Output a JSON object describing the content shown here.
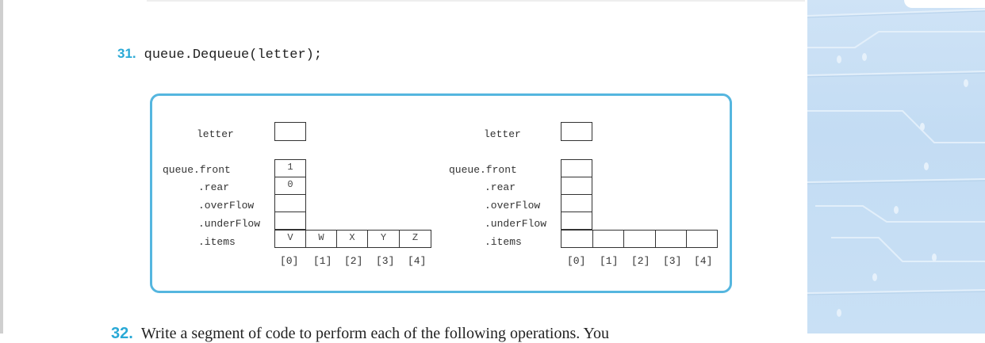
{
  "exercise": {
    "number": "31.",
    "code": "queue.Dequeue(letter);"
  },
  "figure": {
    "before": {
      "labels": {
        "letter": "letter",
        "front": "queue.front",
        "rear": ".rear",
        "overflow": ".overFlow",
        "underflow": ".underFlow",
        "items": ".items"
      },
      "values": {
        "letter": "",
        "front": "1",
        "rear": "0",
        "overflow": "",
        "underflow": ""
      },
      "items": [
        "V",
        "W",
        "X",
        "Y",
        "Z"
      ],
      "indices": [
        "[0]",
        "[1]",
        "[2]",
        "[3]",
        "[4]"
      ]
    },
    "after": {
      "labels": {
        "letter": "letter",
        "front": "queue.front",
        "rear": ".rear",
        "overflow": ".overFlow",
        "underflow": ".underFlow",
        "items": ".items"
      },
      "values": {
        "letter": "",
        "front": "",
        "rear": "",
        "overflow": "",
        "underflow": ""
      },
      "items": [
        "",
        "",
        "",
        "",
        ""
      ],
      "indices": [
        "[0]",
        "[1]",
        "[2]",
        "[3]",
        "[4]"
      ]
    }
  },
  "next_exercise": {
    "number": "32.",
    "text_fragment": "Write a segment of code to perform each of the following operations. You"
  },
  "colors": {
    "accent": "#29a9d6",
    "frame": "#55b6df",
    "side_panel": "#c9e0f5"
  }
}
